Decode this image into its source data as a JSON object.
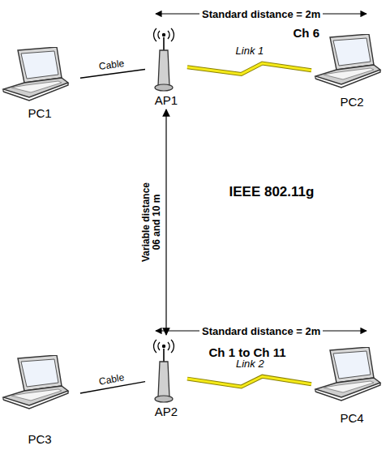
{
  "diagram": {
    "nodes": [
      {
        "text": [
          "PC1"
        ]
      },
      {
        "text": [
          "AP1"
        ]
      },
      {
        "text": [
          "PC2"
        ]
      },
      {
        "text": [
          "PC3"
        ]
      },
      {
        "text": [
          "AP2"
        ]
      },
      {
        "text": [
          "PC4"
        ]
      }
    ],
    "edges": [
      {
        "from": 0,
        "to": 1,
        "arrow": "none",
        "label": "Cable"
      },
      {
        "from": 1,
        "to": 2,
        "arrow": "none",
        "label": "Link 1"
      },
      {
        "from": 1,
        "to": 4,
        "arrow": "both",
        "label": "Variable distance 06 and 10 m"
      },
      {
        "from": 3,
        "to": 4,
        "arrow": "none",
        "label": "Cable"
      },
      {
        "from": 4,
        "to": 5,
        "arrow": "none",
        "label": "Link 2"
      }
    ],
    "labels": [
      "Standard distance = 2m",
      "Ch 6",
      "IEEE 802.11g",
      "Standard distance = 2m",
      "Ch 1 to Ch 11"
    ]
  }
}
